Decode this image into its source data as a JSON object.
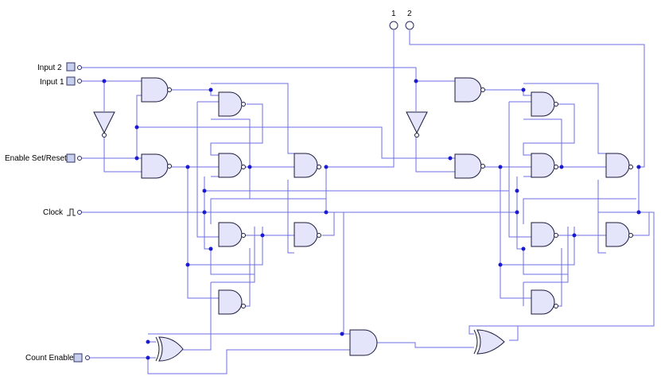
{
  "diagram": {
    "inputs": [
      {
        "label": "Input 2",
        "icon": "switch-icon"
      },
      {
        "label": "Input 1",
        "icon": "switch-icon"
      },
      {
        "label": "Enable Set/Reset",
        "icon": "switch-icon"
      },
      {
        "label": "Clock",
        "icon": "clock-pulse-icon"
      },
      {
        "label": "Count Enable",
        "icon": "switch-icon"
      }
    ],
    "outputs": [
      {
        "label": "1"
      },
      {
        "label": "2"
      }
    ],
    "colors": {
      "wire": "#6e6ee6",
      "gate_fill": "#e4e4fb",
      "junction": "#1a1ad0"
    }
  }
}
